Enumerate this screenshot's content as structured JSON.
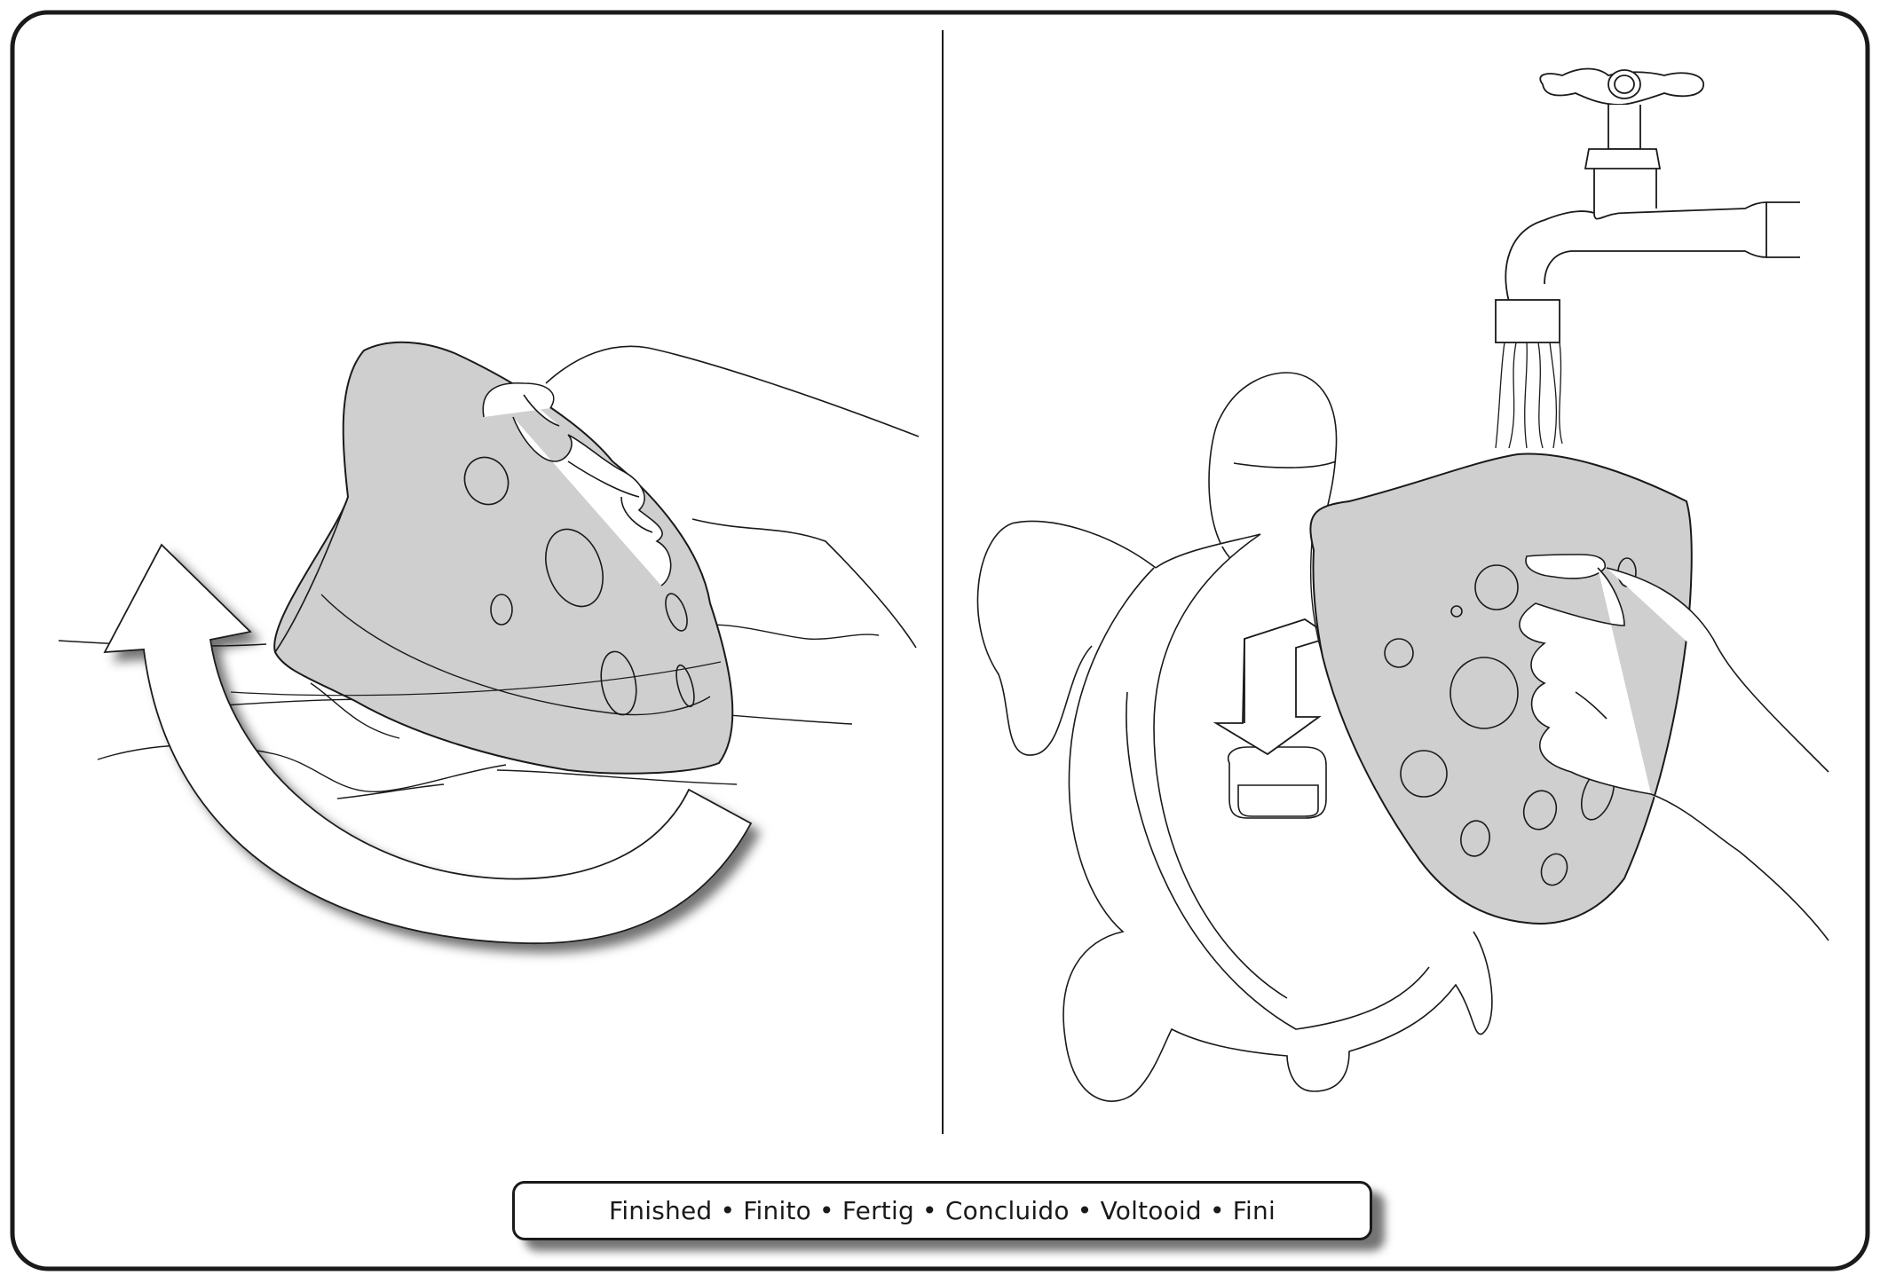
{
  "caption": "Finished • Finito • Fertig • Concluido • Voltooid • Fini",
  "colors": {
    "outline": "#1a1a1a",
    "fill_gray": "#cfcfcf",
    "background": "#ffffff"
  },
  "panels": [
    {
      "name": "rotate-sponge-panel",
      "icon": "curved-arrow-icon"
    },
    {
      "name": "rinse-and-store-panel",
      "icon": "down-arrow-icon"
    }
  ]
}
